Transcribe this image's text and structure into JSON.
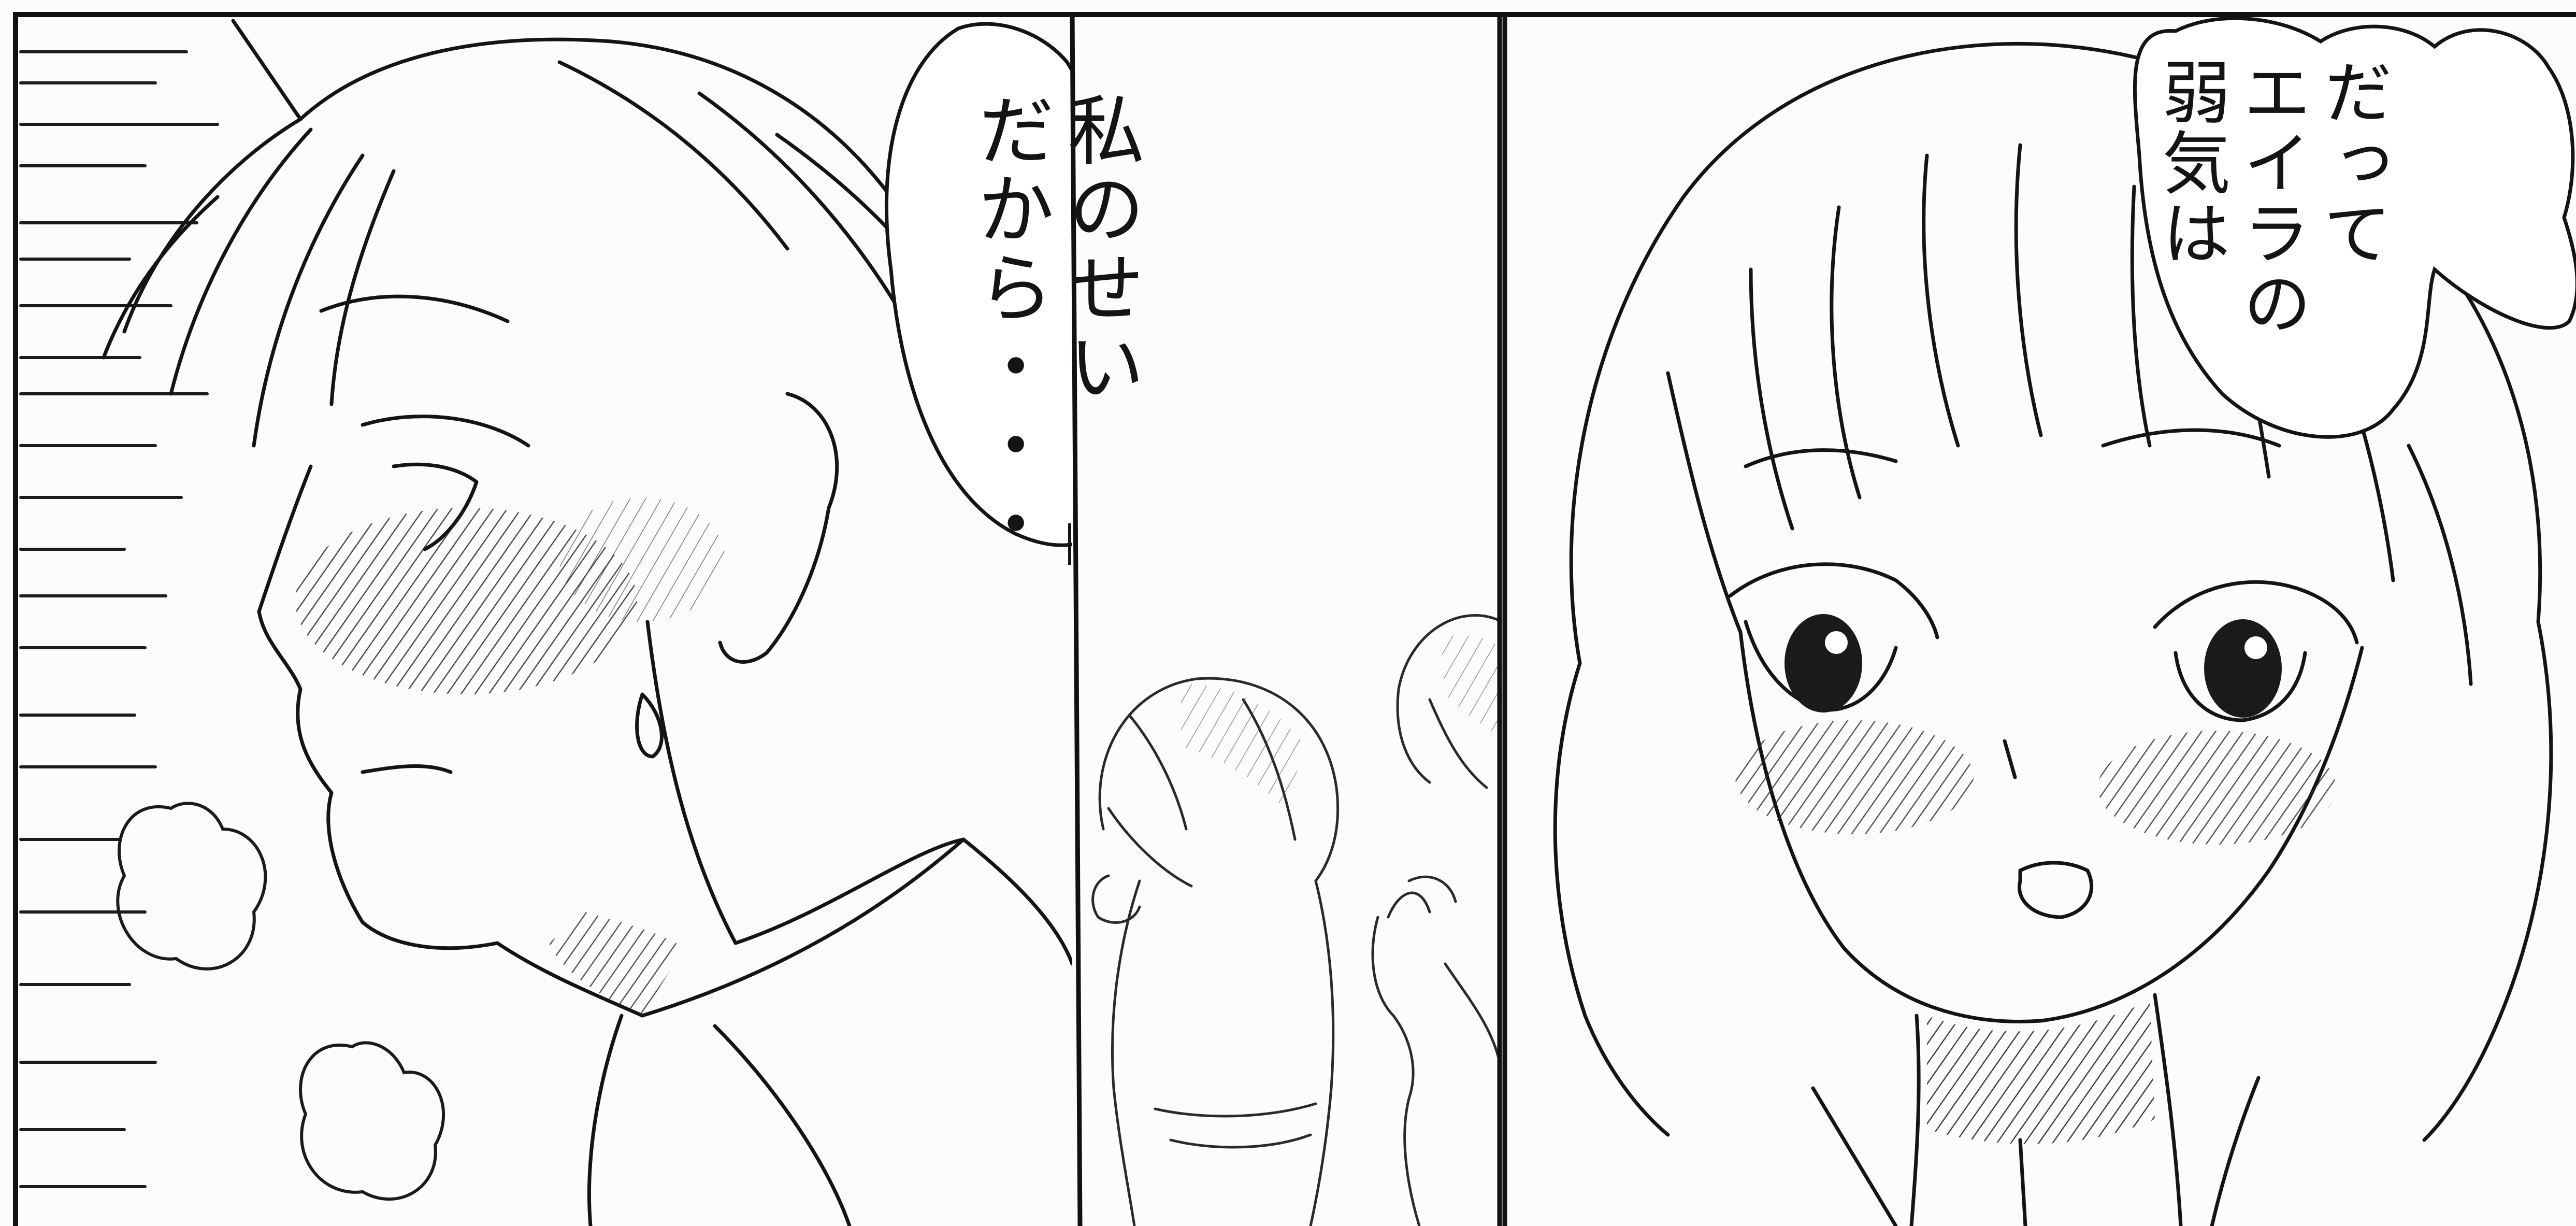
{
  "panels": [
    {
      "id": "left",
      "speech": [
        "私のせい",
        "だから・・・"
      ]
    },
    {
      "id": "middle",
      "speech": []
    },
    {
      "id": "right",
      "speech": [
        "だって",
        "エイラの",
        "弱気は"
      ]
    }
  ],
  "speech_lines": {
    "bubble1": "私のせい\nだから・・・",
    "bubble2": "だって\nエイラの\n弱気は"
  },
  "colors": {
    "ink": "#141414",
    "paper": "#fbfbfa",
    "screentone": "#8a8a8a"
  }
}
